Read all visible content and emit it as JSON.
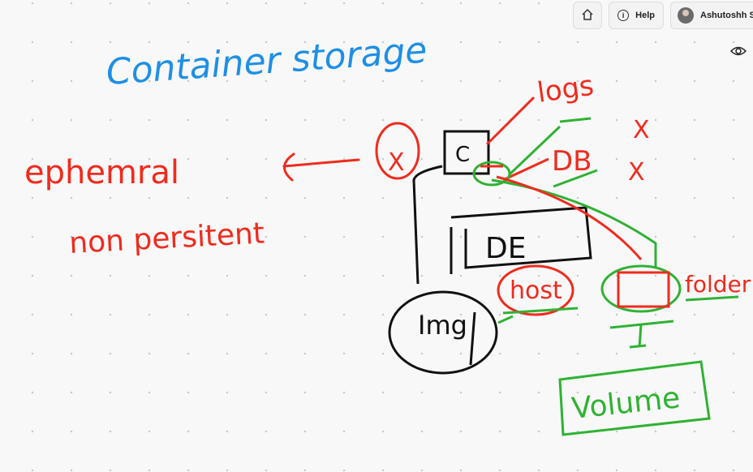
{
  "toolbar": {
    "home_icon": "home-icon",
    "help_label": "Help",
    "help_icon": "info-icon",
    "user_name": "Ashutoshh Sin",
    "view_icon": "eye-icon"
  },
  "whiteboard": {
    "title": "Container storage",
    "left_label_1": "ephemral",
    "left_label_2": "non persitent",
    "container_label": "C",
    "crossed_label": "X",
    "logs_label": "logs",
    "db_label": "DB",
    "x_mark_1": "X",
    "x_mark_2": "X",
    "de_label": "DE",
    "img_label": "Img",
    "host_label": "host",
    "folder_label": "folder",
    "volume_label": "Volume"
  },
  "colors": {
    "blue_ink": "#1e8fe6",
    "red_ink": "#f02b1d",
    "black_ink": "#111111",
    "green_ink": "#2fb233",
    "background": "#f8f8f8"
  }
}
